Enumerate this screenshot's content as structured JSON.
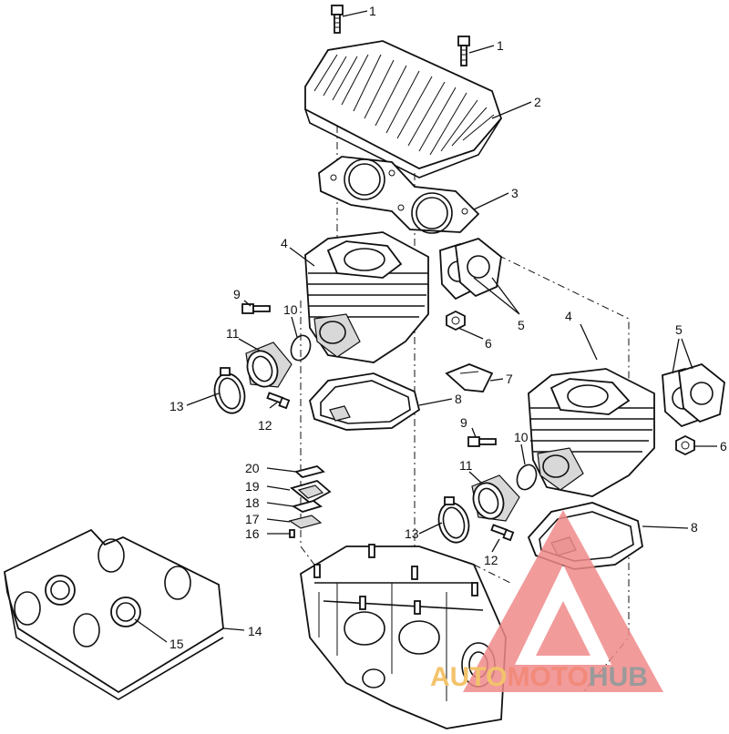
{
  "callouts": {
    "c1a": "1",
    "c1b": "1",
    "c2": "2",
    "c3": "3",
    "c4a": "4",
    "c4b": "4",
    "c5a": "5",
    "c5b": "5",
    "c6a": "6",
    "c6b": "6",
    "c7": "7",
    "c8a": "8",
    "c8b": "8",
    "c9a": "9",
    "c9b": "9",
    "c10a": "10",
    "c10b": "10",
    "c11a": "11",
    "c11b": "11",
    "c12a": "12",
    "c12b": "12",
    "c13a": "13",
    "c13b": "13",
    "c14": "14",
    "c15": "15",
    "c16": "16",
    "c17": "17",
    "c18": "18",
    "c19": "19",
    "c20": "20"
  },
  "watermark": {
    "part1": "AUTO",
    "part2": "MOTO",
    "part3": "HUB",
    "colors": {
      "auto": "#f2c36b",
      "moto": "#f28a7a",
      "hub": "#9a9a9a",
      "triangle": "#f08a8a"
    }
  }
}
